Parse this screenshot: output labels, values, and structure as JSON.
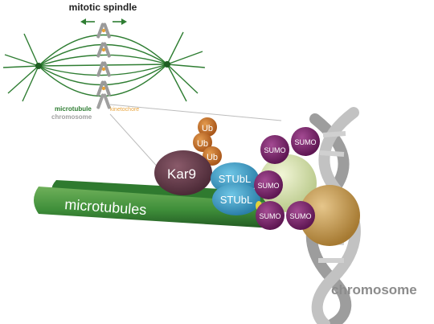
{
  "spindle_panel": {
    "title": "mitotic spindle",
    "label_microtubule": "microtubule",
    "label_kinetochore": "kinetochore",
    "label_chromosome": "chromosome"
  },
  "main_panel": {
    "microtubules_label": "microtubules",
    "kar9_label": "Kar9",
    "stubl_top_label": "STUbL",
    "stubl_bottom_label": "STUbL",
    "ub_labels": [
      "Ub",
      "Ub",
      "Ub"
    ],
    "sumo_labels": [
      "SUMO",
      "SUMO",
      "SUMO",
      "SUMO",
      "SUMO"
    ],
    "chromosome_label": "chromosome"
  },
  "colors": {
    "spindle_green": "#2e7d32",
    "microtubule_green": "#3f8f3a",
    "chromosome_gray": "#b4b4b4",
    "kinetochore_orange": "#e8a33a",
    "kar9_purple": "#6b3f4f",
    "stubl_blue": "#3a9fc7",
    "ub_orange": "#c8742a",
    "sumo_purple": "#7d2a6e",
    "pale_green_sphere": "#d8e3b0",
    "gold_sphere": "#c9a257"
  }
}
